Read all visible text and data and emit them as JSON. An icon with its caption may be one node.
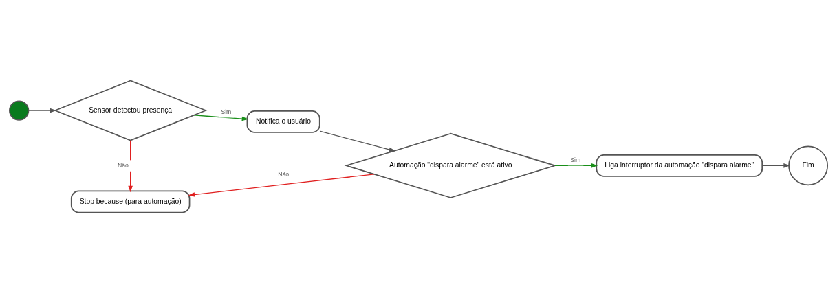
{
  "diagram": {
    "nodes": [
      {
        "text": [],
        "shape": "circle"
      },
      {
        "text": [
          "Sensor detectou presença"
        ]
      },
      {
        "text": [
          "Notifica o usuário"
        ]
      },
      {
        "text": [
          "Automação \"dispara alarme\" está ativo"
        ]
      },
      {
        "text": [
          "Liga interruptor da automação \"dispara alarme\""
        ]
      },
      {
        "text": [
          "Fim"
        ]
      },
      {
        "text": [
          "Stop because (para automação)"
        ]
      }
    ],
    "edges": [
      {
        "from": 0,
        "to": 1,
        "arrow": "to"
      },
      {
        "from": 1,
        "to": 2,
        "arrow": "to",
        "label": "Sim",
        "color": "#1a8f1a"
      },
      {
        "from": 2,
        "to": 3,
        "arrow": "to"
      },
      {
        "from": 3,
        "to": 4,
        "arrow": "to",
        "label": "Sim",
        "color": "#1a8f1a"
      },
      {
        "from": 4,
        "to": 5,
        "arrow": "to"
      },
      {
        "from": 1,
        "to": 6,
        "arrow": "to",
        "label": "Não",
        "color": "#e02020"
      },
      {
        "from": 3,
        "to": 6,
        "arrow": "to",
        "label": "Não",
        "color": "#e02020"
      }
    ]
  }
}
